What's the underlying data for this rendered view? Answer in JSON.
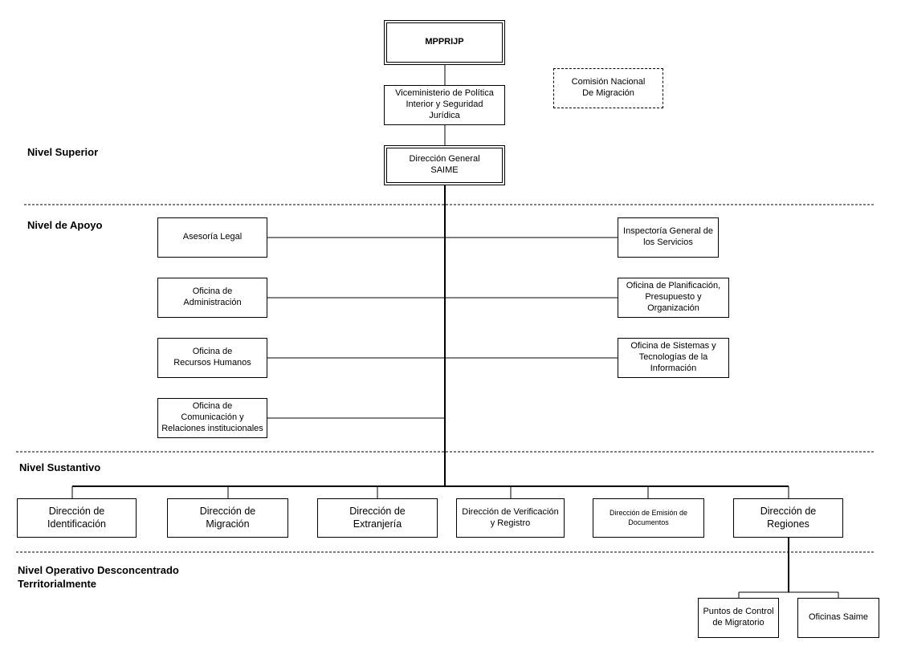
{
  "levels": {
    "superior": "Nivel Superior",
    "apoyo": "Nivel de Apoyo",
    "sustantivo": "Nivel Sustantivo",
    "operativo": "Nivel Operativo Desconcentrado\nTerritorialmente"
  },
  "units": {
    "ministry": "MPPRIJP",
    "viceministry": "Viceministerio de Política\nInterior y  Seguridad\nJurídica",
    "commission": "Comisión Nacional\nDe Migración",
    "general": "Dirección General\nSAIME",
    "legal": "Asesoría Legal",
    "admin": "Oficina de\nAdministración",
    "hr": "Oficina de\nRecursos Humanos",
    "comms": "Oficina de\nComunicación y\nRelaciones institucionales",
    "inspection": "Inspectoría General de\nlos Servicios",
    "planning": "Oficina de Planificación,\nPresupuesto y\nOrganización",
    "systems": "Oficina de Sistemas y\nTecnologías de la\nInformación",
    "identification": "Dirección de\nIdentificación",
    "migration": "Dirección de\nMigración",
    "foreigners": "Dirección de\nExtranjería",
    "verification": "Dirección de Verificación\ny Registro",
    "documents": "Dirección de Emisión de\nDocumentos",
    "regions": "Dirección de\nRegiones",
    "control_points": "Puntos de Control\nde Migratorio",
    "saime_offices": "Oficinas Saime"
  }
}
